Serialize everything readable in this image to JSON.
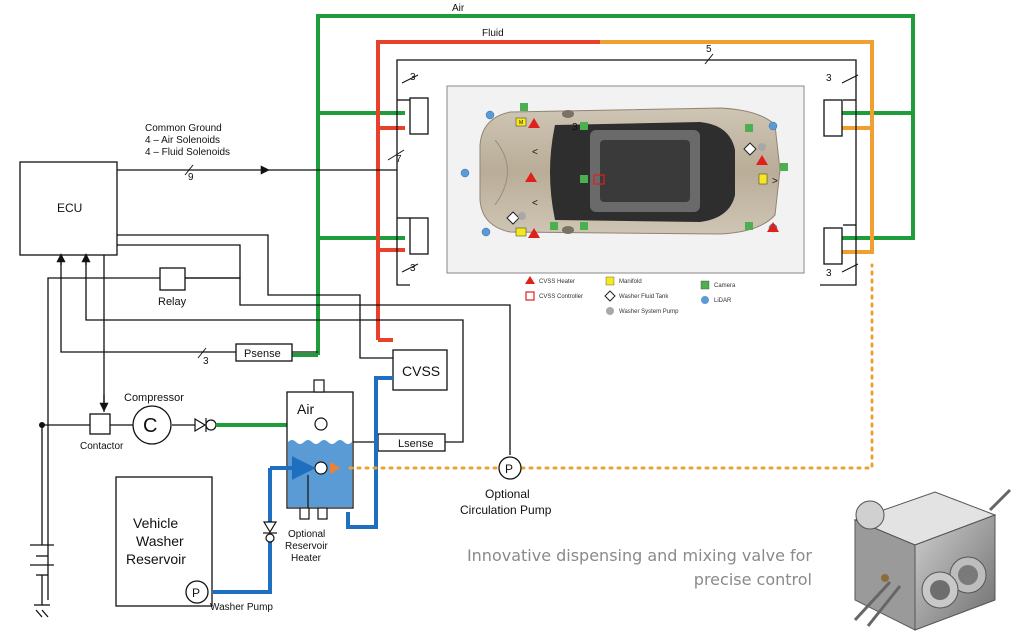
{
  "lines": {
    "air": "Air",
    "fluid": "Fluid",
    "common_ground": [
      "Common Ground",
      "4 – Air Solenoids",
      "4 – Fluid Solenoids"
    ],
    "counts": {
      "c5": "5",
      "c3a": "3",
      "c3b": "3",
      "c3c": "3",
      "c3d": "3",
      "c7": "7",
      "c9": "9",
      "c3psense": "3",
      "c3car": "3"
    }
  },
  "components": {
    "ecu": "ECU",
    "relay": "Relay",
    "psense": "Psense",
    "cvss": "CVSS",
    "compressor": "Compressor",
    "compressor_symbol": "C",
    "contactor": "Contactor",
    "tank_air": "Air",
    "lsense": "Lsense",
    "pump_symbol": "P",
    "circulation_pump": [
      "Optional",
      "Circulation Pump"
    ],
    "reservoir": [
      "Vehicle",
      "Washer",
      "Reservoir"
    ],
    "washer_pump": "Washer Pump",
    "heater": [
      "Optional",
      "Reservoir",
      "Heater"
    ],
    "manifold_mark": "M",
    "car_arrow_left": "<",
    "car_arrow_right": ">"
  },
  "legend": [
    {
      "label": "CVSS Heater",
      "shape": "triangle",
      "color": "#e0201b"
    },
    {
      "label": "CVSS Controller",
      "shape": "square-outline",
      "color": "#e0201b"
    },
    {
      "label": "Manifold",
      "shape": "square",
      "color": "#f5e81c"
    },
    {
      "label": "Washer Fluid Tank",
      "shape": "diamond",
      "color": "#222222"
    },
    {
      "label": "Washer System Pump",
      "shape": "circle",
      "color": "#a8a8a8"
    },
    {
      "label": "Camera",
      "shape": "square",
      "color": "#4caf50"
    },
    {
      "label": "LiDAR",
      "shape": "circle",
      "color": "#5b9bd5"
    }
  ],
  "caption": [
    "Innovative dispensing and mixing valve for",
    "precise control"
  ],
  "colors": {
    "air": "#1f9d3a",
    "fluid": "#e8402a",
    "fluid_orange": "#f0a030",
    "reservoir_line": "#1f6fc0",
    "tank_fill": "#5b9bd5",
    "dotted": "#f0a030"
  }
}
